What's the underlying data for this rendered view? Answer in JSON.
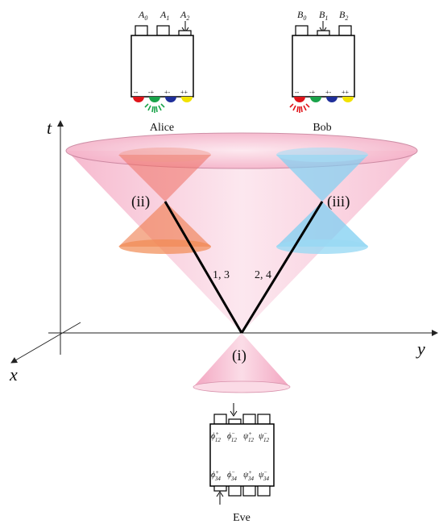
{
  "alice": {
    "name": "Alice",
    "settings": [
      "A0",
      "A1",
      "A2"
    ],
    "setting_symbols": {
      "base": "A",
      "subs": [
        "0",
        "1",
        "2"
      ]
    },
    "selected_setting": "A2",
    "outcomes": [
      "--",
      "-+",
      "+-",
      "++"
    ],
    "lit_outcome": "-+",
    "lamp_colors": [
      "#e0151b",
      "#1aa34a",
      "#1f2f9a",
      "#f2e200"
    ]
  },
  "bob": {
    "name": "Bob",
    "settings": [
      "B0",
      "B1",
      "B2"
    ],
    "setting_symbols": {
      "base": "B",
      "subs": [
        "0",
        "1",
        "2"
      ]
    },
    "selected_setting": "B1",
    "outcomes": [
      "--",
      "-+",
      "+-",
      "++"
    ],
    "lit_outcome": "--",
    "lamp_colors": [
      "#e0151b",
      "#1aa34a",
      "#1f2f9a",
      "#f2e200"
    ]
  },
  "eve": {
    "name": "Eve",
    "top_labels": [
      "ϕ+12",
      "ϕ−12",
      "ψ+12",
      "ψ−12"
    ],
    "bottom_labels": [
      "ϕ+34",
      "ϕ−34",
      "ψ+34",
      "ψ−34"
    ],
    "top_selected": "ϕ−12",
    "bottom_selected": "ϕ+34"
  },
  "axes": {
    "t": "t",
    "x": "x",
    "y": "y"
  },
  "events": {
    "i": "(i)",
    "ii": "(ii)",
    "iii": "(iii)"
  },
  "worldlines": {
    "left": "1, 3",
    "right": "2, 4"
  },
  "colors": {
    "big_cone": "#f7b9cf",
    "alice_cone": "#ee6f63",
    "bob_cone": "#7fd0f2",
    "eve_cone": "#f3a6c0",
    "worldline": "#000000"
  }
}
